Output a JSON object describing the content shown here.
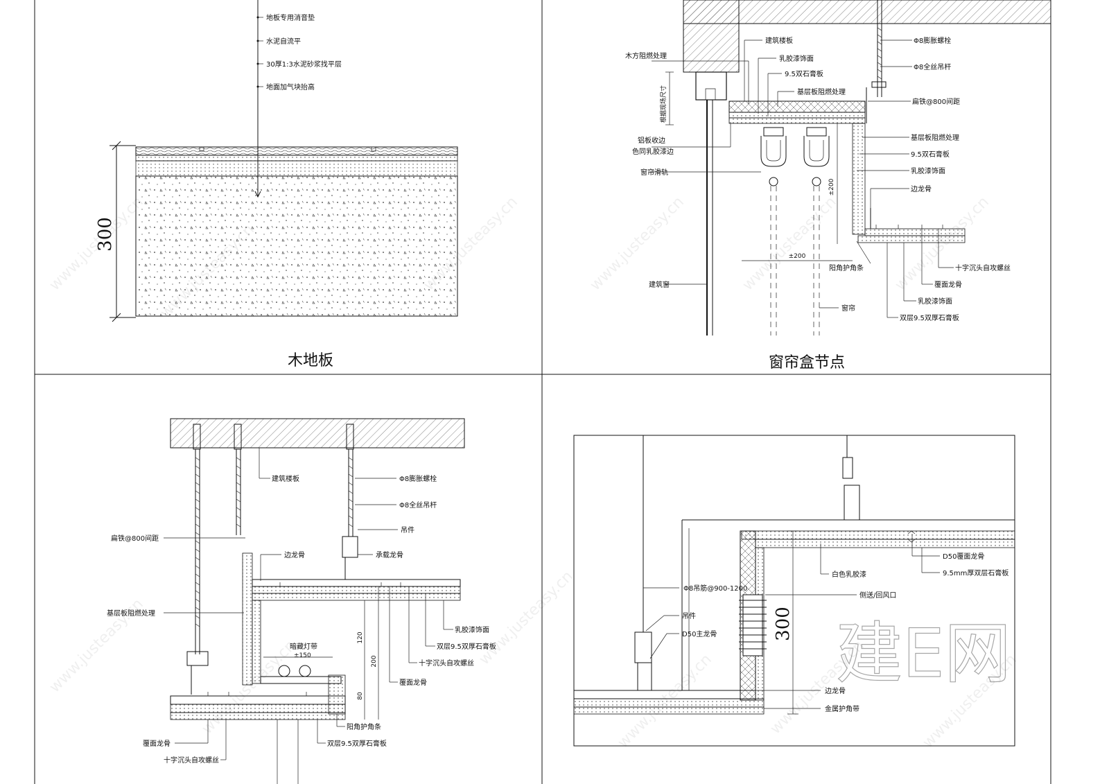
{
  "panels": {
    "floor": {
      "title": "木地板",
      "dimension": "300",
      "labels": [
        "地板专用消音垫",
        "水泥自流平",
        "30厚1:3水泥砂浆找平层",
        "地面加气块抬高"
      ]
    },
    "curtain": {
      "title": "窗帘盒节点",
      "dim_200_a": "±200",
      "dim_200_b": "±200",
      "left_labels": [
        "木方阻燃处理",
        "根据现场尺寸",
        "铝板收边",
        "色同乳胶漆边",
        "窗帘滑轨",
        "建筑窗"
      ],
      "top_labels": [
        "建筑楼板",
        "乳胶漆饰面",
        "9.5双石膏板",
        "基层板阻燃处理"
      ],
      "right_labels": [
        "Φ8膨胀螺栓",
        "Φ8全丝吊杆",
        "扁铁@800间距",
        "基层板阻燃处理",
        "9.5双石膏板",
        "乳胶漆饰面",
        "边龙骨"
      ],
      "bottom_labels": [
        "阳角护角条",
        "十字沉头自攻螺丝",
        "覆面龙骨",
        "乳胶漆饰面",
        "双层9.5双厚石膏板",
        "窗帘"
      ]
    },
    "cove": {
      "labels_left": [
        "建筑楼板",
        "扁铁@800间距",
        "边龙骨",
        "基层板阻燃处理",
        "暗藏灯带",
        "±150"
      ],
      "labels_right": [
        "Φ8膨胀螺栓",
        "Φ8全丝吊杆",
        "吊件",
        "承载龙骨",
        "乳胶漆饰面",
        "双层9.5双厚石膏板",
        "十字沉头自攻螺丝",
        "覆面龙骨"
      ],
      "dims": [
        "120",
        "200",
        "80"
      ],
      "labels_bottom": [
        "覆面龙骨",
        "十字沉头自攻螺丝",
        "阳角护角条",
        "双层9.5双厚石膏板"
      ]
    },
    "vent": {
      "dimension": "300",
      "labels": [
        "D50覆面龙骨",
        "9.5mm厚双层石膏板",
        "白色乳胶漆",
        "Φ8吊筋@900-1200",
        "侧送/回风口",
        "吊件",
        "D50主龙骨",
        "边龙骨",
        "金属护角带"
      ]
    }
  },
  "watermark": {
    "url": "www.justeasy.cn",
    "brand": "建E网"
  }
}
